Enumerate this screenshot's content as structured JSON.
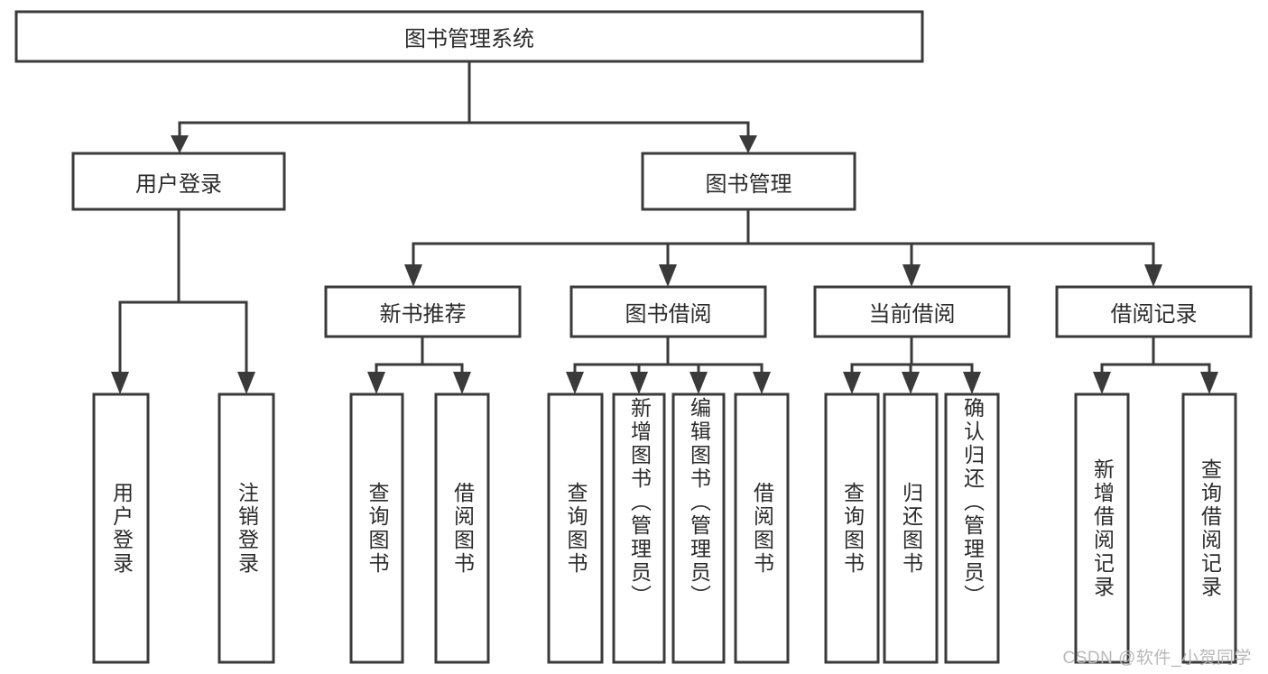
{
  "diagram": {
    "title": "图书管理系统",
    "type": "tree",
    "watermark": "CSDN @软件_小贺同学",
    "colors": {
      "stroke": "#3a3a3a",
      "box_fill": "#ffffff",
      "text": "#2b2b2b",
      "background": "#ffffff",
      "watermark": "#b8b8b8"
    },
    "levels": {
      "root": {
        "label": "图书管理系统"
      },
      "level2": [
        {
          "label": "用户登录"
        },
        {
          "label": "图书管理"
        }
      ],
      "level3": [
        {
          "label": "新书推荐"
        },
        {
          "label": "图书借阅"
        },
        {
          "label": "当前借阅"
        },
        {
          "label": "借阅记录"
        }
      ],
      "leaves": {
        "user_login": [
          {
            "label": "用户登录"
          },
          {
            "label": "注销登录"
          }
        ],
        "new_book_recommend": [
          {
            "label": "查询图书"
          },
          {
            "label": "借阅图书"
          }
        ],
        "book_borrow": [
          {
            "label": "查询图书"
          },
          {
            "label": "新增图书（管理员）"
          },
          {
            "label": "编辑图书（管理员）"
          },
          {
            "label": "借阅图书"
          }
        ],
        "current_borrow": [
          {
            "label": "查询图书"
          },
          {
            "label": "归还图书"
          },
          {
            "label": "确认归还（管理员）"
          }
        ],
        "borrow_record": [
          {
            "label": "新增借阅记录"
          },
          {
            "label": "查询借阅记录"
          }
        ]
      }
    }
  }
}
